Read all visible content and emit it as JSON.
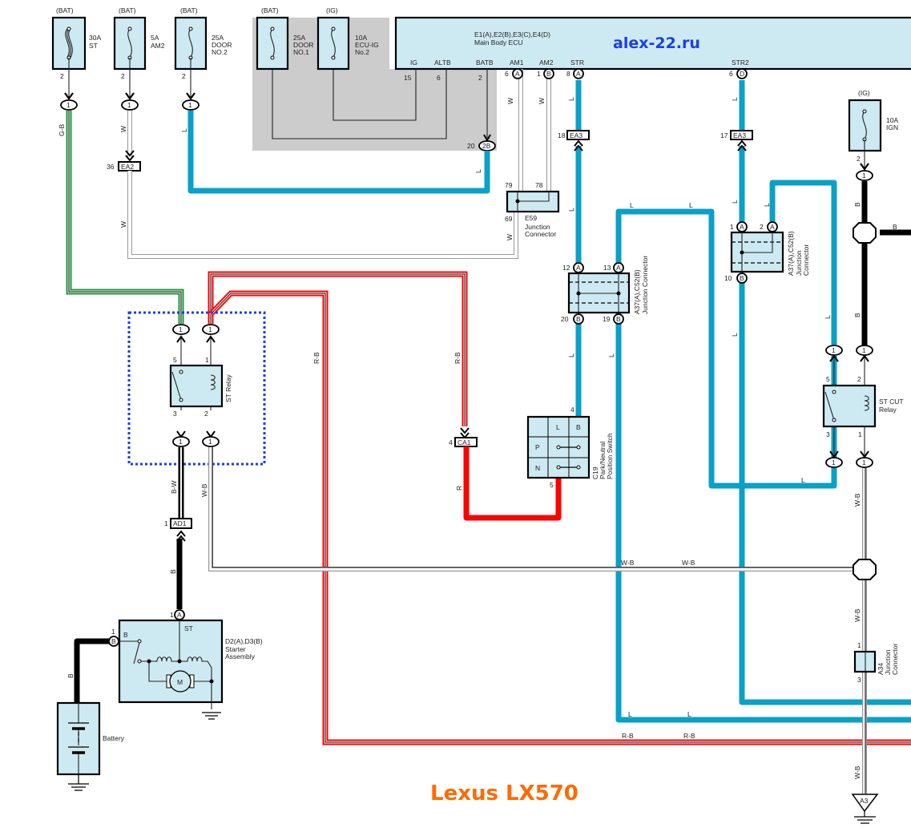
{
  "watermark": "alex-22.ru",
  "caption": "Lexus LX570",
  "colors": {
    "wire_L": "#0aa0c8",
    "wire_R": "#ff0000",
    "wire_G": "#1a9a3a",
    "wire_B": "#000000",
    "wire_W": "#ffffff",
    "component_fill": "#cdeaf2",
    "relay_group_border": "#1a3ee8",
    "shaded_area": "#cccccc",
    "watermark": "#1a3ee8",
    "caption": "#ff6a00"
  },
  "fuses": [
    {
      "source": "(BAT)",
      "rating": "30A",
      "name": "ST",
      "pin": "2",
      "conn": "1"
    },
    {
      "source": "(BAT)",
      "rating": "5A",
      "name": "AM2",
      "pin": "2",
      "conn": "1"
    },
    {
      "source": "(BAT)",
      "rating": "25A",
      "name": "DOOR",
      "name2": "NO.2",
      "pin": "2",
      "conn": "1"
    },
    {
      "source": "(BAT)",
      "rating": "25A",
      "name": "DOOR",
      "name2": "NO.1"
    },
    {
      "source": "(IG)",
      "rating": "10A",
      "name": "ECU-IG",
      "name2": "No.2"
    },
    {
      "source": "(IG)",
      "rating": "10A",
      "name": "IGN",
      "pin": "2",
      "conn": "1"
    }
  ],
  "ecu": {
    "title": "E1(A),E2(B),E3(C),E4(D)",
    "subtitle": "Main Body ECU",
    "terminals": [
      {
        "label": "IG",
        "pin": "15"
      },
      {
        "label": "ALTB",
        "pin": "6"
      },
      {
        "label": "BATB",
        "pin": "2"
      },
      {
        "label": "AM1",
        "pin": "6",
        "conn": "A"
      },
      {
        "label": "AM2",
        "pin": "1",
        "conn": "B"
      },
      {
        "label": "STR",
        "pin": "8",
        "conn": "A"
      },
      {
        "label": "STR2",
        "pin": "6",
        "conn": "D"
      }
    ],
    "batb_junction": {
      "pin": "20",
      "conn": "2B"
    }
  },
  "connectors": {
    "ea2": {
      "pin": "36",
      "label": "EA2"
    },
    "ea3_str": {
      "pin": "18",
      "label": "EA3"
    },
    "ea3_str2": {
      "pin": "17",
      "label": "EA3"
    },
    "ca1": {
      "pin": "4",
      "label": "CA1"
    },
    "ad1": {
      "pin": "1",
      "label": "AD1"
    }
  },
  "e59": {
    "name": "E59",
    "desc1": "Junction",
    "desc2": "Connector",
    "pins": [
      "79",
      "78",
      "69"
    ]
  },
  "a37_left": {
    "name": "A37(A),C52(B)",
    "desc": "Junction Connector",
    "pins": [
      "12",
      "13",
      "20",
      "19"
    ],
    "conns": [
      "A",
      "A",
      "B",
      "B"
    ]
  },
  "a37_right": {
    "name": "A37(A),C52(B)",
    "desc1": "Junction",
    "desc2": "Connector",
    "pins": [
      "1",
      "2",
      "10"
    ],
    "conns": [
      "A",
      "A",
      "B"
    ]
  },
  "st_relay": {
    "name": "ST Relay",
    "pins": [
      "5",
      "1",
      "3",
      "2"
    ],
    "conn": "1"
  },
  "st_cut_relay": {
    "name1": "ST CUT",
    "name2": "Relay",
    "pins": [
      "5",
      "2",
      "3",
      "1"
    ],
    "conn": "1"
  },
  "pn_switch": {
    "code": "C19",
    "name1": "Park/Neutral",
    "name2": "Position Switch",
    "columns": [
      "L",
      "B"
    ],
    "rows": [
      "P",
      "N"
    ],
    "pin_in": "4",
    "pin_out": "5"
  },
  "starter": {
    "code": "D2(A),D3(B)",
    "name1": "Starter",
    "name2": "Assembly",
    "st_label": "ST",
    "b_label": "B",
    "motor": "M",
    "pin_a": "1",
    "conn_a": "A",
    "pin_b": "1",
    "conn_b": "B"
  },
  "battery": {
    "name": "Battery"
  },
  "a34": {
    "name": "A34",
    "desc1": "Junction",
    "desc2": "Connector",
    "pins": [
      "1",
      "3"
    ]
  },
  "ground": {
    "label": "A3"
  },
  "wire_labels": {
    "gb": "G-B",
    "w": "W",
    "l": "L",
    "b": "B",
    "rb": "R-B",
    "r": "R",
    "bw": "B-W",
    "wb": "W-B"
  }
}
